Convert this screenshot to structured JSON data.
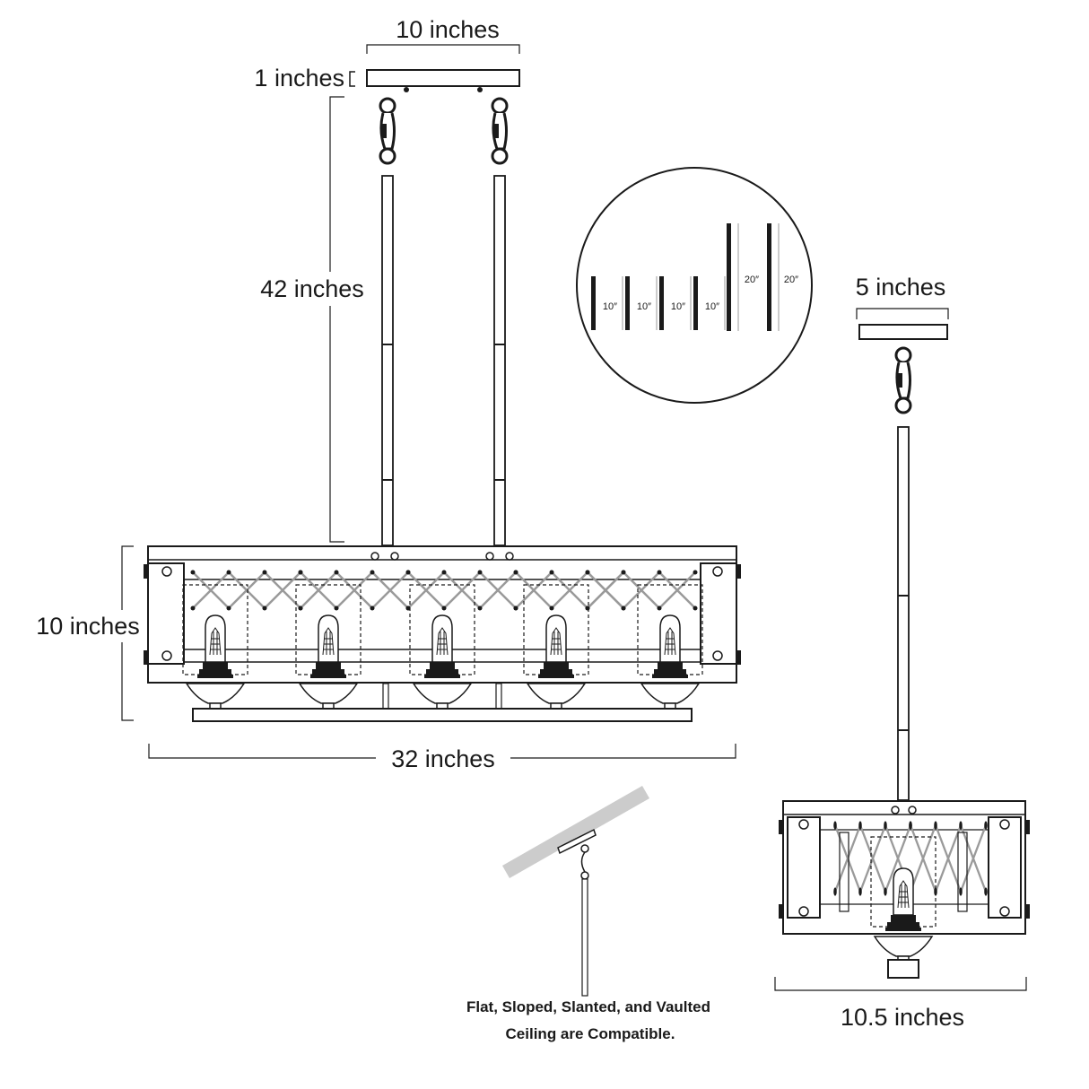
{
  "dimensions": {
    "canopy_width": "10 inches",
    "canopy_height": "1 inches",
    "rod_length": "42 inches",
    "body_height": "10 inches",
    "body_length": "32 inches",
    "side_canopy_width": "5 inches",
    "side_body_width": "10.5 inches"
  },
  "rod_set": {
    "rods": [
      {
        "label": "10″"
      },
      {
        "label": "10″"
      },
      {
        "label": "10″"
      },
      {
        "label": "10″"
      },
      {
        "label": "20″"
      },
      {
        "label": "20″"
      }
    ]
  },
  "ceiling_note": {
    "line1": "Flat, Sloped, Slanted, and Vaulted",
    "line2": "Ceiling are Compatible."
  },
  "colors": {
    "line": "#1a1a1a",
    "gray": "#9a9a9a",
    "ceiling": "#cccccc"
  }
}
